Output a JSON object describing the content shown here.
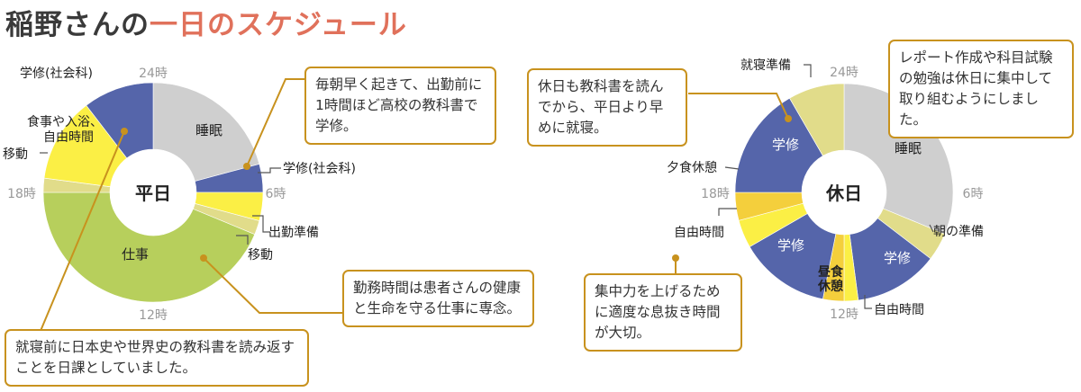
{
  "title": {
    "part1": "稲野さんの",
    "part2": "一日のスケジュール"
  },
  "colors": {
    "sleep": "#cfcfcf",
    "study": "#5565aa",
    "travel": "#e1dc8a",
    "prep": "#fbef45",
    "work": "#b7cf5c",
    "free": "#fbef45",
    "meal": "#f4cf3c",
    "accent": "#c8921e"
  },
  "chart_data": [
    {
      "type": "pie",
      "name": "平日",
      "start_hour": 0,
      "segments": [
        {
          "name": "睡眠",
          "hours": 5.0,
          "color": "#cfcfcf"
        },
        {
          "name": "学修(社会科)",
          "hours": 1.0,
          "color": "#5565aa"
        },
        {
          "name": "出勤準備",
          "hours": 1.0,
          "color": "#fbef45"
        },
        {
          "name": "移動",
          "hours": 0.5,
          "color": "#e1dc8a"
        },
        {
          "name": "仕事",
          "hours": 10.5,
          "color": "#b7cf5c"
        },
        {
          "name": "移動",
          "hours": 0.5,
          "color": "#e1dc8a"
        },
        {
          "name": "食事や入浴、自由時間",
          "hours": 3.0,
          "color": "#fbef45"
        },
        {
          "name": "学修(社会科)",
          "hours": 2.5,
          "color": "#5565aa"
        }
      ],
      "hour_ticks": [
        "24時",
        "6時",
        "12時",
        "18時"
      ]
    },
    {
      "type": "pie",
      "name": "休日",
      "start_hour": 0,
      "segments": [
        {
          "name": "睡眠",
          "hours": 7.5,
          "color": "#cfcfcf"
        },
        {
          "name": "朝の準備",
          "hours": 1.0,
          "color": "#e1dc8a"
        },
        {
          "name": "学修",
          "hours": 3.0,
          "color": "#5565aa"
        },
        {
          "name": "自由時間",
          "hours": 0.5,
          "color": "#fbef45"
        },
        {
          "name": "昼食休憩",
          "hours": 0.75,
          "color": "#f4cf3c"
        },
        {
          "name": "学修",
          "hours": 3.25,
          "color": "#5565aa"
        },
        {
          "name": "自由時間",
          "hours": 1.0,
          "color": "#fbef45"
        },
        {
          "name": "夕食休憩",
          "hours": 1.0,
          "color": "#f4cf3c"
        },
        {
          "name": "学修",
          "hours": 4.0,
          "color": "#5565aa"
        },
        {
          "name": "就寝準備",
          "hours": 2.0,
          "color": "#e1dc8a"
        }
      ],
      "hour_ticks": [
        "24時",
        "6時",
        "12時",
        "18時"
      ]
    }
  ],
  "weekday": {
    "center": "平日",
    "ticks": {
      "h24": "24時",
      "h6": "6時",
      "h12": "12時",
      "h18": "18時"
    },
    "labels": {
      "sleep": "睡眠",
      "study_right": "学修(社会科)",
      "prep": "出勤準備",
      "move_bottom": "移動",
      "work": "仕事",
      "move_left": "移動",
      "meal_line1": "食事や入浴、",
      "meal_line2": "自由時間",
      "study_top": "学修(社会科)"
    },
    "notes": {
      "morning": "毎朝早く起きて、出勤前に1時間ほど高校の教科書で学修。",
      "work": "勤務時間は患者さんの健康と生命を守る仕事に専念。",
      "night": "就寝前に日本史や世界史の教科書を読み返すことを日課としていました。"
    }
  },
  "holiday": {
    "center": "休日",
    "ticks": {
      "h24": "24時",
      "h6": "6時",
      "h12": "12時",
      "h18": "18時"
    },
    "labels": {
      "sleep": "睡眠",
      "morning_prep": "朝の準備",
      "study_a": "学修",
      "study_b": "学修",
      "study_c": "学修",
      "lunch_line1": "昼食",
      "lunch_line2": "休憩",
      "free_bottom": "自由時間",
      "free_left": "自由時間",
      "dinner": "夕食休憩",
      "bedtime": "就寝準備"
    },
    "notes": {
      "top": "レポート作成や科目試験の勉強は休日に集中して取り組むようにしました。",
      "morning": "休日も教科書を読んでから、平日より早めに就寝。",
      "focus": "集中力を上げるために適度な息抜き時間が大切。"
    }
  }
}
